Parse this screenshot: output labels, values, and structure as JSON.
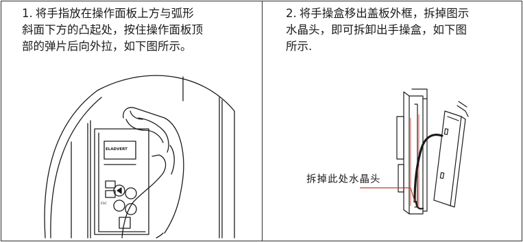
{
  "step1": {
    "number": "1.",
    "lines": [
      "将手指放在操作面板上方与弧形",
      "斜面下方的凸起处，按住操作面板顶",
      "部的弹片后向外拉，如下图所示。"
    ]
  },
  "step2": {
    "number": "2.",
    "lines": [
      "将手操盒移出盖板外框，拆掉图示",
      "水晶头，即可拆卸出手操盒，如下图",
      "所示."
    ]
  },
  "figure_left": {
    "panel_brand": "ELADVERT",
    "button_labels": [
      "ESC"
    ]
  },
  "figure_right": {
    "callout": "拆掉此处水晶头"
  }
}
